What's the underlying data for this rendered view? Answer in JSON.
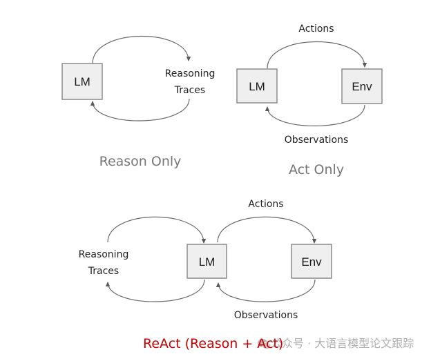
{
  "diagrams": {
    "reason_only": {
      "caption": "Reason Only",
      "nodes": {
        "lm": "LM"
      },
      "edge_label_line1": "Reasoning",
      "edge_label_line2": "Traces"
    },
    "act_only": {
      "caption": "Act Only",
      "nodes": {
        "lm": "LM",
        "env": "Env"
      },
      "top_edge_label": "Actions",
      "bottom_edge_label": "Observations"
    },
    "react": {
      "caption": "ReAct (Reason + Act)",
      "caption_color": "#cc0000",
      "nodes": {
        "lm": "LM",
        "env": "Env"
      },
      "reasoning_label_line1": "Reasoning",
      "reasoning_label_line2": "Traces",
      "top_edge_label": "Actions",
      "bottom_edge_label": "Observations"
    }
  },
  "watermark": {
    "icon": "wechat-icon",
    "text": "公众号 · 大语言模型论文跟踪"
  }
}
